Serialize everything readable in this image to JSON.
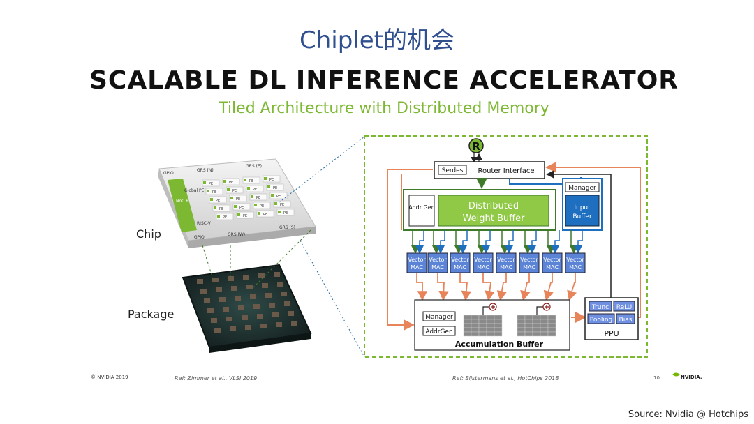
{
  "header": {
    "cn_title": "Chiplet的机会",
    "main_title": "SCALABLE DL INFERENCE ACCELERATOR",
    "subtitle": "Tiled Architecture with Distributed Memory"
  },
  "left": {
    "chip_label": "Chip",
    "package_label": "Package",
    "chip_parts": {
      "gpio_top": "GPIO",
      "grs_n": "GRS (N)",
      "grs_e": "GRS (E)",
      "global_pe": "Global PE",
      "noc_r": "NoC R",
      "risc_v": "RISC-V",
      "pe": "PE",
      "gpio_bottom": "GPIO",
      "grs_w": "GRS (W)",
      "grs_s": "GRS (S)"
    }
  },
  "right": {
    "router_symbol": "R",
    "serdes": "Serdes",
    "router_interface": "Router Interface",
    "manager": "Manager",
    "addr_gen": "Addr Gen",
    "dwb_line1": "Distributed",
    "dwb_line2": "Weight Buffer",
    "input_buffer_line1": "Input",
    "input_buffer_line2": "Buffer",
    "vector_mac_line1": "Vector",
    "vector_mac_line2": "MAC",
    "acc_manager": "Manager",
    "acc_addrgen": "AddrGen",
    "accumulation_buffer": "Accumulation Buffer",
    "ppu": {
      "trunc": "Trunc",
      "relu": "ReLU",
      "pooling": "Pooling",
      "bias": "Bias",
      "label": "PPU"
    }
  },
  "footer": {
    "copyright": "© NVIDIA 2019",
    "ref1": "Ref: Zimmer et al., VLSI 2019",
    "ref2": "Ref: Sijstermans et al., HotChips 2018",
    "page_number": "10",
    "logo_text": "NVIDIA.",
    "source": "Source: Nvidia @ Hotchips"
  },
  "colors": {
    "title_blue": "#2f4f8f",
    "green": "#7cb832",
    "dark_green": "#3e7a2a",
    "orange": "#e8845a",
    "blue": "#1e6fbf"
  }
}
